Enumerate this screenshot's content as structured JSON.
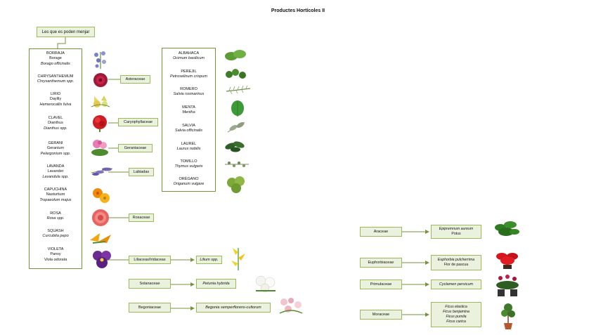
{
  "title": "Productes Hortícoles II",
  "edible_label": "Les que es poden menjar",
  "flowers": [
    {
      "name": "BORRAJA",
      "common": "Borage",
      "latin": "Borago officinalis"
    },
    {
      "name": "CHRYSANTHEMUM",
      "common": "",
      "latin": "Chrysanthemum spp."
    },
    {
      "name": "LIRIO",
      "common": "Daylily",
      "latin": "Hemerocallis fulva"
    },
    {
      "name": "CLAVEL",
      "common": "Dianthus",
      "latin": "Dianthus spp."
    },
    {
      "name": "GERANI",
      "common": "Geranium",
      "latin": "Pelargonium spp."
    },
    {
      "name": "LAVANDA",
      "common": "Lavander",
      "latin": "Lavandula spp."
    },
    {
      "name": "CAPUCHINA",
      "common": "Nasturtium",
      "latin": "Tropaeolum majus"
    },
    {
      "name": "ROSA",
      "common": "",
      "latin": "Rosa spp."
    },
    {
      "name": "SQUASH",
      "common": "",
      "latin": "Curcubita pepo"
    },
    {
      "name": "VIOLETA",
      "common": "Pansy",
      "latin": "Viola odorata"
    }
  ],
  "herbs": [
    {
      "name": "ALBAHACA",
      "latin": "Ocimum basilicum"
    },
    {
      "name": "PEREJIL",
      "latin": "Petroselinum crispum"
    },
    {
      "name": "ROMERO",
      "latin": "Salvia rosmarinus"
    },
    {
      "name": "MENTA",
      "latin": "Mentha"
    },
    {
      "name": "SALVIA",
      "latin": "Salvia officinalis"
    },
    {
      "name": "LAUREL",
      "latin": "Laurus nobilis"
    },
    {
      "name": "TOMILLO",
      "latin": "Thymus vulgaris"
    },
    {
      "name": "ORÉGANO",
      "latin": "Origanum vulgare"
    }
  ],
  "families": {
    "asteraceae": "Asteraceae",
    "caryophyllaceae": "Caryophyllaceae",
    "geraniaceae": "Geraniaceae",
    "labiadas": "Labiadas",
    "rosaceae": "Rosaceae",
    "liliaceae": "Liliaceas/Iridaceas",
    "lilium": "Lilium spp.",
    "solanaceae": "Solanaceae",
    "petunia": "Petunia hybrida",
    "begoniaceae": "Begoniaceae",
    "begonia": "Begonia semperflorens-cultorum"
  },
  "right": {
    "araceae": "Araceae",
    "araceae_target": [
      "Epipremnum aureum",
      "Potus"
    ],
    "euphorbiaceae": "Euphorbiaceae",
    "euphorbiaceae_target": [
      "Euphorbia pulcherrima",
      "Flor de pascua"
    ],
    "primulaceae": "Primulaceae",
    "primulaceae_target": [
      "Cyclamen persicum"
    ],
    "moraceae": "Moraceae",
    "moraceae_target": [
      "Ficus elastica",
      "Ficus benjamina",
      "Ficus pumila",
      "Ficus carica"
    ]
  }
}
